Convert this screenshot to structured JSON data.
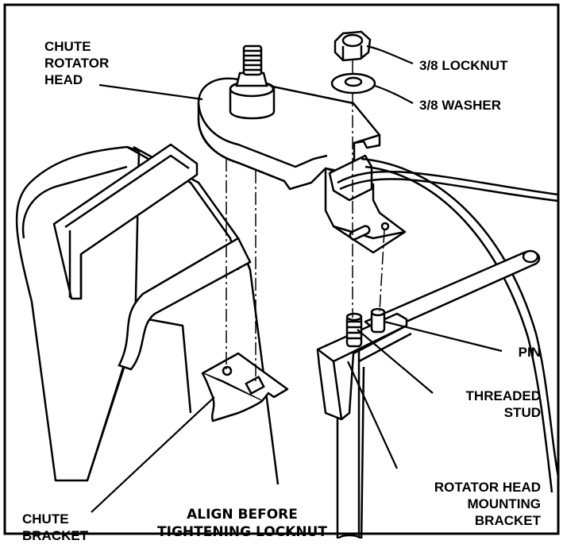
{
  "labels": {
    "chute_rotator_head": "CHUTE\nROTATOR\nHEAD",
    "locknut": "3/8 LOCKNUT",
    "washer": "3/8 WASHER",
    "pin": "PIN",
    "threaded_stud": "THREADED\nSTUD",
    "chute_bracket": "CHUTE\nBRACKET",
    "mounting_bracket": "ROTATOR HEAD\nMOUNTING\nBRACKET"
  },
  "caption": "ALIGN BEFORE\nTIGHTENING LOCKNUT",
  "colors": {
    "line": "#000000",
    "background": "#ffffff"
  }
}
